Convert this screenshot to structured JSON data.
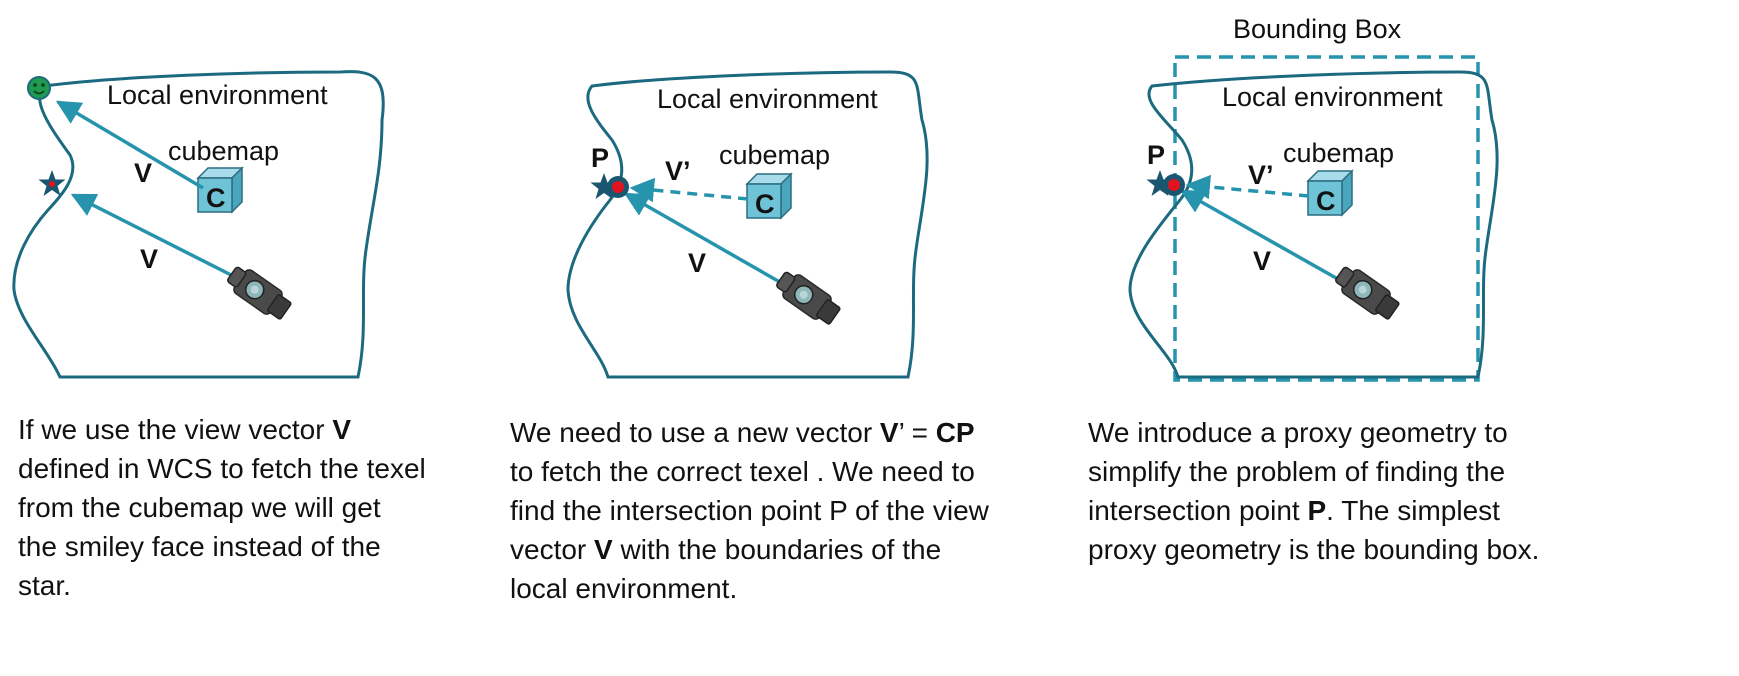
{
  "colors": {
    "outline": "#1c6a80",
    "arrow": "#2694ad",
    "cube": "#6ec3d6",
    "cube_dark": "#2c6d80",
    "box_dashed": "#2694ad",
    "star": "#1b5670",
    "dot": "#e0131f"
  },
  "panels": [
    {
      "env_label": "Local environment",
      "cubemap_label": "cubemap",
      "cube_letter": "C",
      "v_label_top": "V",
      "v_label_bottom": "V",
      "caption": {
        "l1a": "If we use the view vector ",
        "l1b": "V",
        "l2": "defined in WCS to fetch the texel",
        "l3": "from the cubemap we will get",
        "l4": "the smiley face instead of the",
        "l5": "star."
      }
    },
    {
      "env_label": "Local environment",
      "cubemap_label": "cubemap",
      "cube_letter": "C",
      "p_label": "P",
      "vprime_label": "V’",
      "v_label": "V",
      "caption": {
        "l1a": "We need to use a new vector ",
        "l1b": "V",
        "l1c": "’ = ",
        "l1d": "CP",
        "l2": "to fetch the correct texel . We need to",
        "l3": "find the intersection point P of the view",
        "l4a": "vector ",
        "l4b": "V",
        "l4c": " with the boundaries of the",
        "l5": "local environment."
      }
    },
    {
      "bbox_label": "Bounding Box",
      "env_label": "Local environment",
      "cubemap_label": "cubemap",
      "cube_letter": "C",
      "p_label": "P",
      "vprime_label": "V’",
      "v_label": "V",
      "caption": {
        "l1": "We introduce a proxy geometry to",
        "l2": "simplify the problem of finding the",
        "l3a": "intersection point ",
        "l3b": "P",
        "l3c": ". The simplest",
        "l4": "proxy geometry is the bounding box."
      }
    }
  ]
}
